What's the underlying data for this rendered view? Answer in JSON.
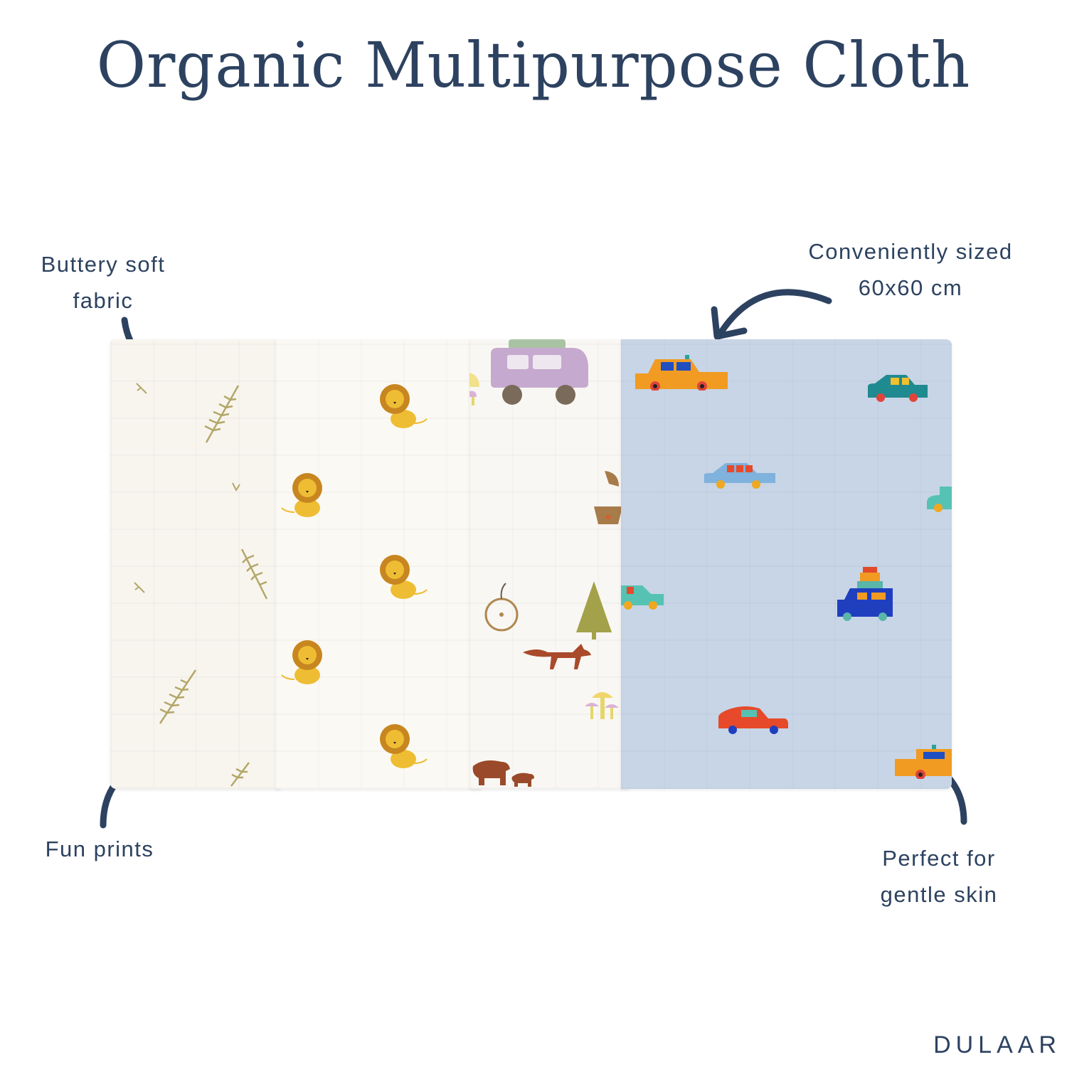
{
  "title": "Organic Multipurpose Cloth",
  "callouts": {
    "top_left": [
      "Buttery soft",
      "fabric"
    ],
    "top_right": [
      "Conveniently sized",
      "60x60 cm"
    ],
    "bottom_left": [
      "Fun prints"
    ],
    "bottom_right": [
      "Perfect for",
      "gentle skin"
    ]
  },
  "brand": "DULAAR",
  "colors": {
    "text": "#2d4260",
    "cloth_cream": "#f8f5ef",
    "cloth_blue": "#c7d5e6",
    "lion_yellow": "#e8b52a",
    "fern_green": "#b3a768"
  },
  "cloths": [
    {
      "print": "fern-leaves"
    },
    {
      "print": "lions"
    },
    {
      "print": "woodland-camper"
    },
    {
      "print": "cars"
    }
  ]
}
